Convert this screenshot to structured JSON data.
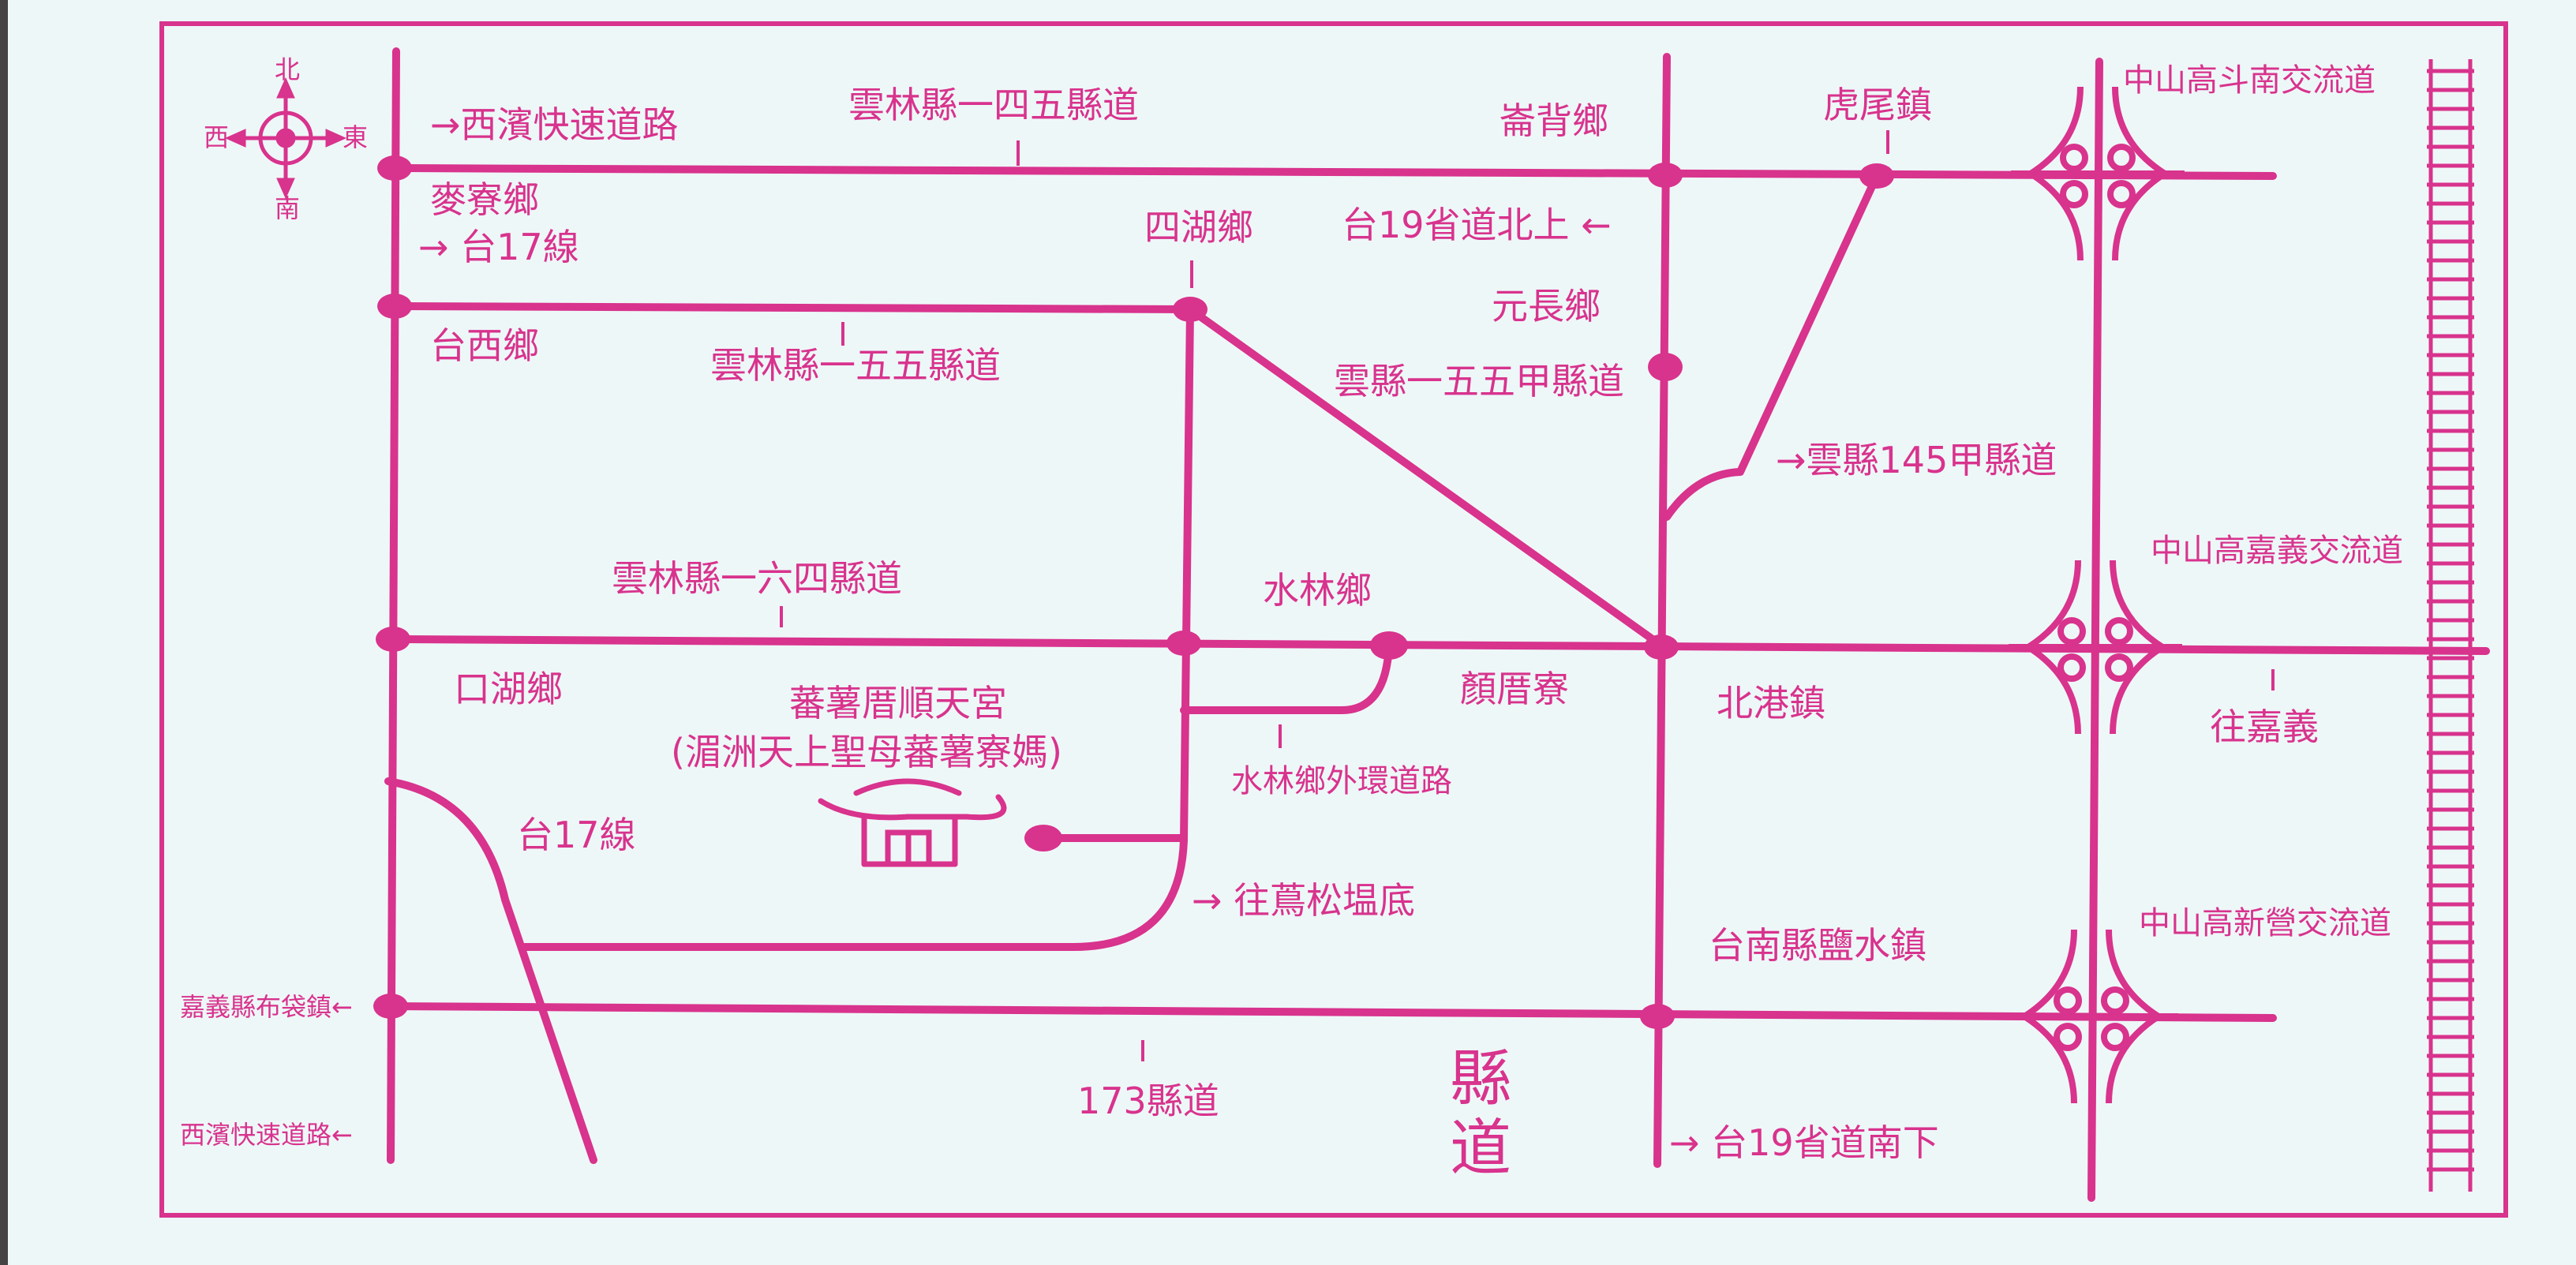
{
  "colors": {
    "road": "#d8338d",
    "background": "#eef7f8",
    "frame": "#d8338d"
  },
  "compass": {
    "north": "北",
    "south": "南",
    "west": "西",
    "east": "東",
    "icon": "compass-icon"
  },
  "temple": {
    "name": "蕃薯厝順天宮",
    "subtitle": "(湄洲天上聖母蕃薯寮媽)",
    "icon": "temple-icon"
  },
  "labels": {
    "west_expressway_top": "→西濱快速道路",
    "county_145": "雲林縣一四五縣道",
    "lunbei": "崙背鄉",
    "huwei": "虎尾鎮",
    "zhongshan_dounan": "中山高斗南交流道",
    "mailiao": "麥寮鄉",
    "tai17_top": "→ 台17線",
    "sihu": "四湖鄉",
    "tai19_north": "台19省道北上 ←",
    "taixi": "台西鄉",
    "county_155": "雲林縣一五五縣道",
    "yuanchang": "元長鄉",
    "county_155a": "雲縣一五五甲縣道",
    "county_145a": "→雲縣145甲縣道",
    "county_164": "雲林縣一六四縣道",
    "zhongshan_chiayi": "中山高嘉義交流道",
    "shuilin": "水林鄉",
    "kouhu": "口湖鄉",
    "yancuoliao": "顏厝寮",
    "beigang": "北港鎮",
    "to_chiayi": "往嘉義",
    "shuilin_ring": "水林鄉外環道路",
    "tai17_bottom": "台17線",
    "to_niaosong": "→ 往蔦松塭底",
    "tainan_yanshui": "台南縣鹽水鎮",
    "zhongshan_xinying": "中山高新營交流道",
    "budai": "嘉義縣布袋鎮←",
    "county_173": "173縣道",
    "county_road": "縣道",
    "west_expressway_bottom": "西濱快速道路←",
    "tai19_south": "→ 台19省道南下"
  }
}
